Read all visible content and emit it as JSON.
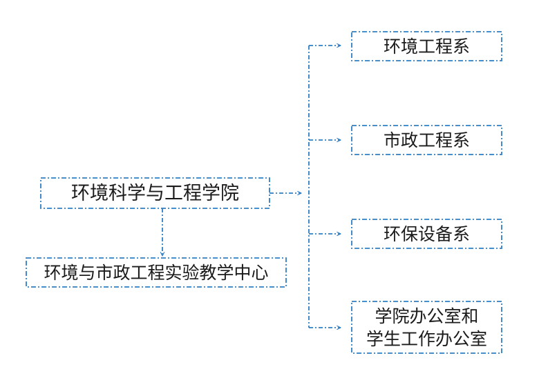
{
  "diagram": {
    "root": {
      "label": "环境科学与工程学院"
    },
    "center": {
      "label": "环境与市政工程实验教学中心"
    },
    "departments": [
      {
        "lines": [
          "环境工程系"
        ]
      },
      {
        "lines": [
          "市政工程系"
        ]
      },
      {
        "lines": [
          "环保设备系"
        ]
      },
      {
        "lines": [
          "学院办公室和",
          "学生工作办公室"
        ]
      }
    ]
  },
  "colors": {
    "line": "#2f7ec4",
    "text": "#1a1a1a",
    "background": "#ffffff"
  }
}
